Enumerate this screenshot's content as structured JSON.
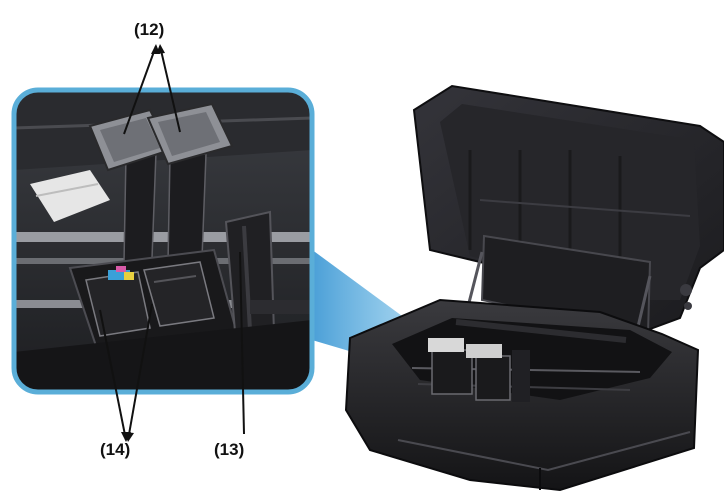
{
  "callouts": {
    "head_lock_levers": "(12)",
    "head_holder": "(13)",
    "ink_cartridges": "(14)"
  },
  "colors": {
    "inset_frame": "#5aaed8",
    "zoom_beam": "#2f8fd0",
    "printer_body": "#2a2a2c",
    "printer_shadow": "#121214",
    "leader_line": "#111111"
  }
}
